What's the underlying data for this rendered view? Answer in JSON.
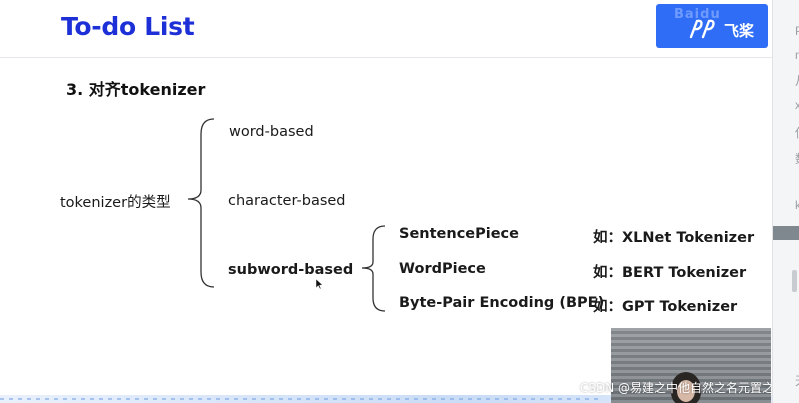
{
  "slide": {
    "title": "To-do List",
    "logo_faint": "Baidu",
    "logo_text": "飞桨",
    "section_heading": "3. 对齐tokenizer",
    "root_label": "tokenizer的类型",
    "types": [
      "word-based",
      "character-based",
      "subword-based"
    ],
    "subword_methods": [
      "SentencePiece",
      "WordPiece",
      "Byte-Pair Encoding (BPE)"
    ],
    "examples": [
      "如：XLNet Tokenizer",
      "如：BERT Tokenizer",
      "如：GPT Tokenizer"
    ]
  },
  "side_panel": {
    "letters": [
      "P",
      "m",
      "从",
      "x",
      "使",
      "数",
      "k",
      "天"
    ]
  },
  "overlay": {
    "watermark": "CSDN @易建之中他自然之名元置之城"
  },
  "colors": {
    "title": "#1d2fd6",
    "logo_bg": "#2f6df6"
  },
  "icons": {
    "logo": "paddlepaddle-logo-icon",
    "cursor": "mouse-cursor-icon"
  }
}
